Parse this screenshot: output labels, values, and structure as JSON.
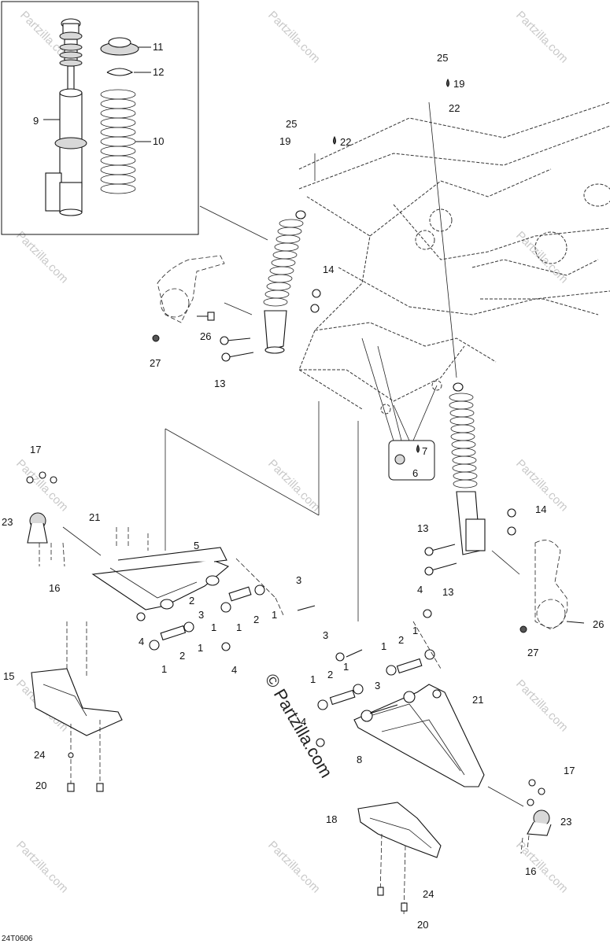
{
  "diagram": {
    "code": "24T0606",
    "watermark": "Partzilla.com",
    "watermark_big": "© Partzilla.com",
    "labels": [
      "1",
      "2",
      "3",
      "4",
      "5",
      "6",
      "7",
      "8",
      "9",
      "10",
      "11",
      "12",
      "13",
      "14",
      "15",
      "16",
      "17",
      "18",
      "19",
      "20",
      "21",
      "22",
      "23",
      "24",
      "25",
      "26",
      "27"
    ]
  }
}
